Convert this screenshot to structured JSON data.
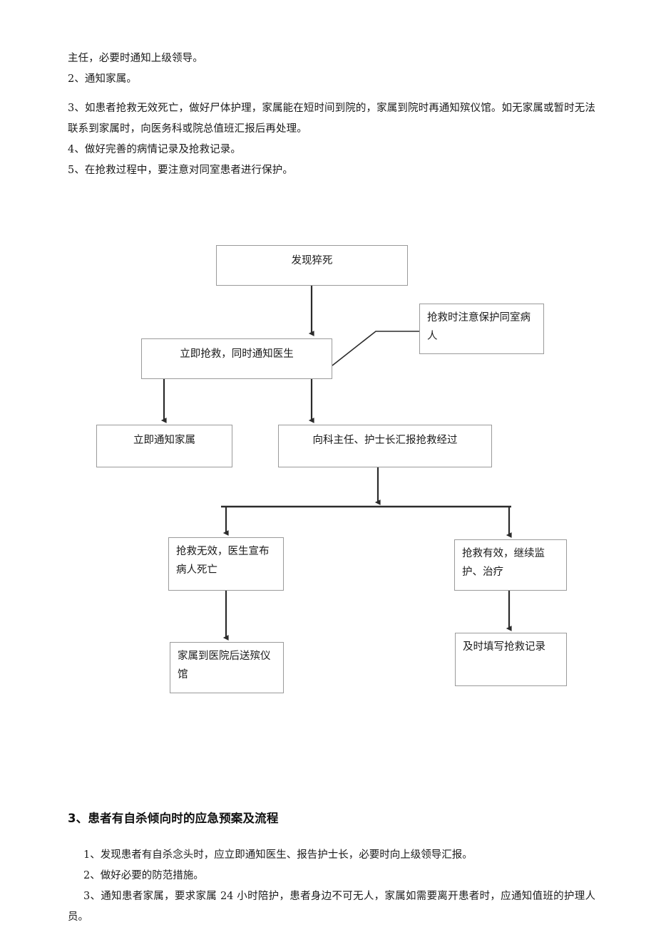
{
  "document": {
    "top_paragraphs": [
      "主任，必要时通知上级领导。",
      "2、通知家属。",
      "3、如患者抢救无效死亡，做好尸体护理，家属能在短时间到院的，家属到院时再通知殡仪馆。如无家属或暂时无法联系到家属时，向医务科或院总值班汇报后再处理。",
      "4、做好完善的病情记录及抢救记录。",
      "5、在抢救过程中，要注意对同室患者进行保护。"
    ],
    "section_heading": "3、患者有自杀倾向时的应急预案及流程",
    "bottom_list": [
      "1、发现患者有自杀念头时，应立即通知医生、报告护士长，必要时向上级领导汇报。",
      "2、做好必要的防范措施。",
      "3、通知患者家属，要求家属 24 小时陪护，患者身边不可无人，家属如需要离开患者时，应通知值班的护理人员。"
    ]
  },
  "flowchart": {
    "border_color": "#9a9a9a",
    "connector_color": "#2b2b2b",
    "nodes": [
      {
        "id": "discover",
        "label": "发现猝死"
      },
      {
        "id": "protect",
        "label": "抢救时注意保护同室病人"
      },
      {
        "id": "rescue",
        "label": "立即抢救，同时通知医生"
      },
      {
        "id": "notify_family",
        "label": "立即通知家属"
      },
      {
        "id": "report",
        "label": "向科主任、护士长汇报抢救经过"
      },
      {
        "id": "failed",
        "label": "抢救无效，医生宣布病人死亡"
      },
      {
        "id": "succeeded",
        "label": "抢救有效，继续监护、治疗"
      },
      {
        "id": "funeral",
        "label": "家属到医院后送殡仪馆"
      },
      {
        "id": "record",
        "label": "及时填写抢救记录"
      }
    ]
  }
}
